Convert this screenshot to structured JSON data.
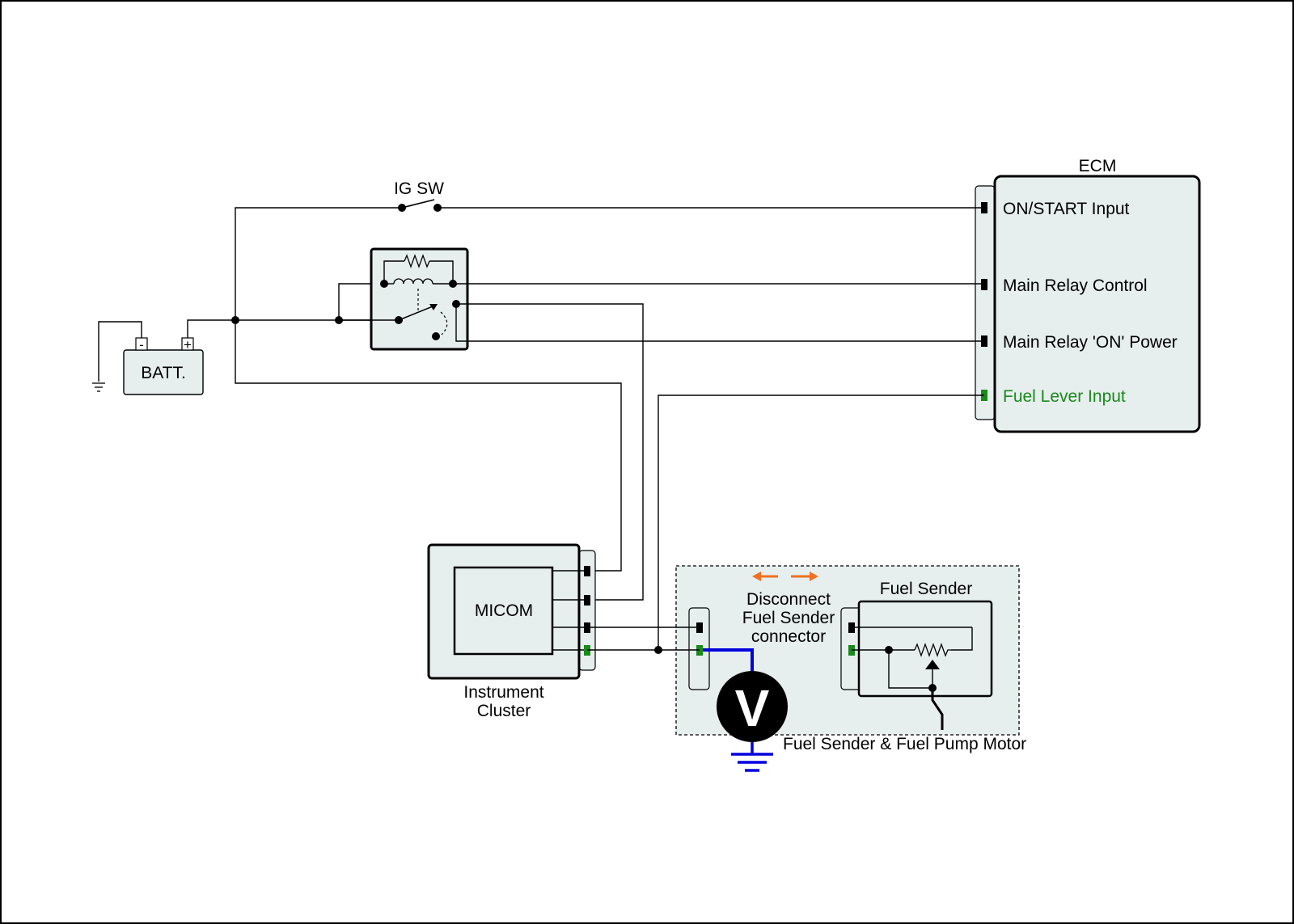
{
  "labels": {
    "ig_sw": "IG SW",
    "ecm": "ECM",
    "batt": "BATT.",
    "batt_neg": "-",
    "batt_pos": "+",
    "micom": "MICOM",
    "instrument_cluster_line1": "Instrument",
    "instrument_cluster_line2": "Cluster",
    "disconnect_line1": "Disconnect",
    "disconnect_line2": "Fuel Sender",
    "disconnect_line3": "connector",
    "fuel_sender": "Fuel Sender",
    "fuel_module": "Fuel Sender & Fuel Pump Motor",
    "voltmeter": "V"
  },
  "ecm_pins": [
    {
      "label": "ON/START Input",
      "color": "#000000"
    },
    {
      "label": "Main Relay Control",
      "color": "#000000"
    },
    {
      "label": "Main Relay 'ON' Power",
      "color": "#000000"
    },
    {
      "label": "Fuel Lever Input",
      "color": "#1a8a1a"
    }
  ],
  "colors": {
    "panel_fill": "#e6eeee",
    "signal_green": "#1a8a1a",
    "meter_lead_blue": "#0000dd",
    "arrow_orange": "#f07020",
    "wire": "#000000"
  }
}
